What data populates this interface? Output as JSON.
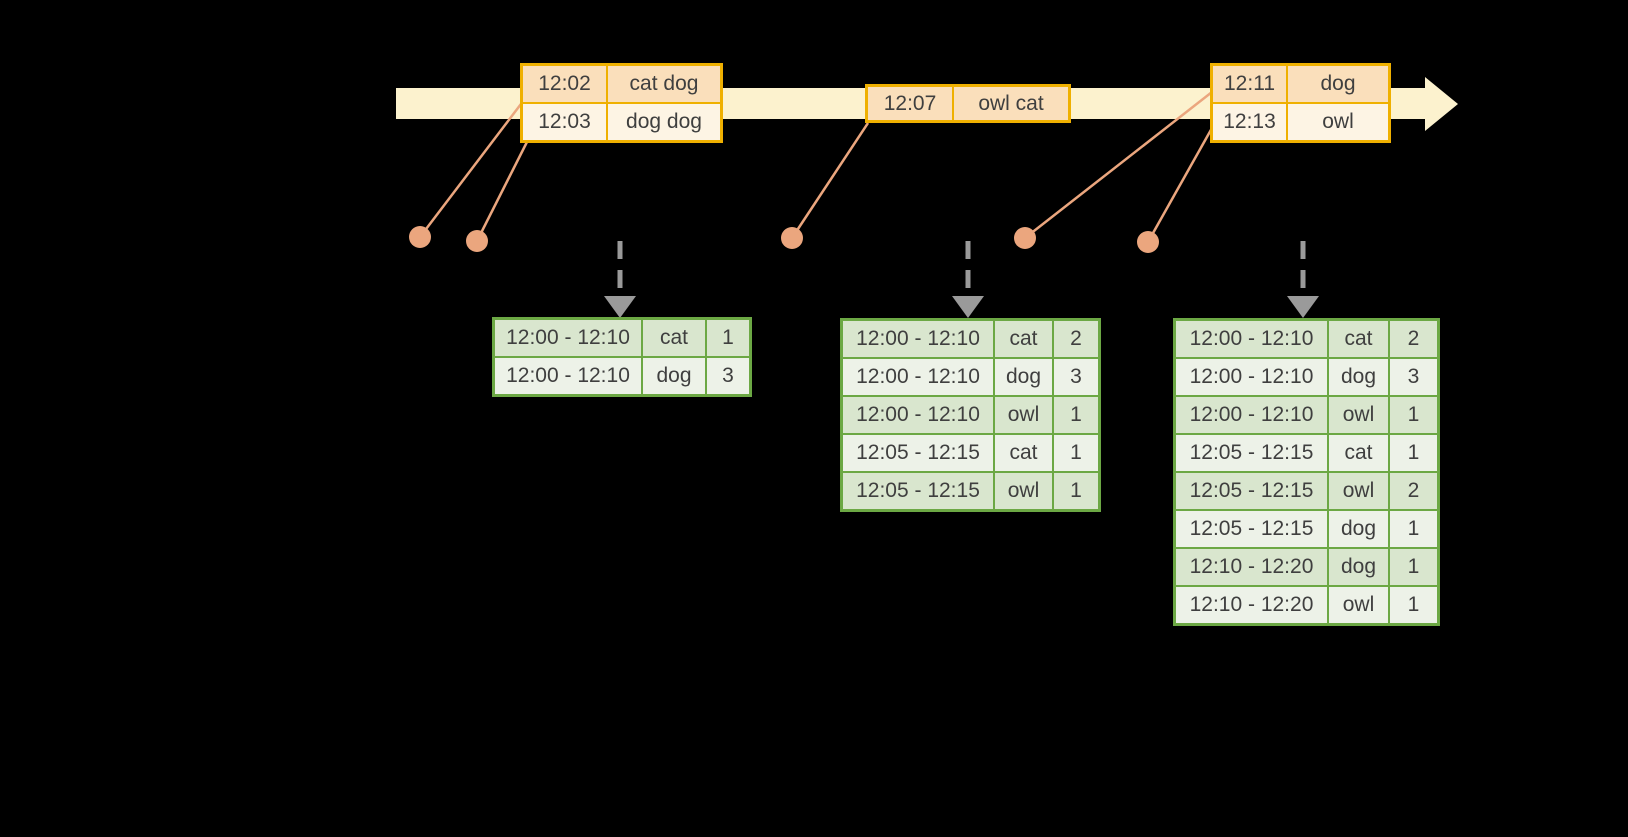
{
  "colors": {
    "background": "#000000",
    "timeline_fill": "#FCF2CE",
    "event_border": "#EFB000",
    "event_row_peach": "#FADFBB",
    "event_row_cream": "#FDF4E4",
    "green_border": "#6CA844",
    "green_row_dark": "#D9E6CE",
    "green_row_light": "#EDF2E8",
    "salmon": "#EBA67E",
    "gray_arrow": "#9A9A9A",
    "text": "#3F3F3F"
  },
  "event_tables": [
    {
      "rows": [
        [
          "12:02",
          "cat dog"
        ],
        [
          "12:03",
          "dog dog"
        ]
      ]
    },
    {
      "rows": [
        [
          "12:07",
          "owl cat"
        ]
      ]
    },
    {
      "rows": [
        [
          "12:11",
          "dog"
        ],
        [
          "12:13",
          "owl"
        ]
      ]
    }
  ],
  "result_tables": [
    {
      "rows": [
        [
          "12:00 - 12:10",
          "cat",
          "1"
        ],
        [
          "12:00 - 12:10",
          "dog",
          "3"
        ]
      ]
    },
    {
      "rows": [
        [
          "12:00 - 12:10",
          "cat",
          "2"
        ],
        [
          "12:00 - 12:10",
          "dog",
          "3"
        ],
        [
          "12:00 - 12:10",
          "owl",
          "1"
        ],
        [
          "12:05 - 12:15",
          "cat",
          "1"
        ],
        [
          "12:05 - 12:15",
          "owl",
          "1"
        ]
      ]
    },
    {
      "rows": [
        [
          "12:00 - 12:10",
          "cat",
          "2"
        ],
        [
          "12:00 - 12:10",
          "dog",
          "3"
        ],
        [
          "12:00 - 12:10",
          "owl",
          "1"
        ],
        [
          "12:05 - 12:15",
          "cat",
          "1"
        ],
        [
          "12:05 - 12:15",
          "owl",
          "2"
        ],
        [
          "12:05 - 12:15",
          "dog",
          "1"
        ],
        [
          "12:10 - 12:20",
          "dog",
          "1"
        ],
        [
          "12:10 - 12:20",
          "owl",
          "1"
        ]
      ]
    }
  ]
}
